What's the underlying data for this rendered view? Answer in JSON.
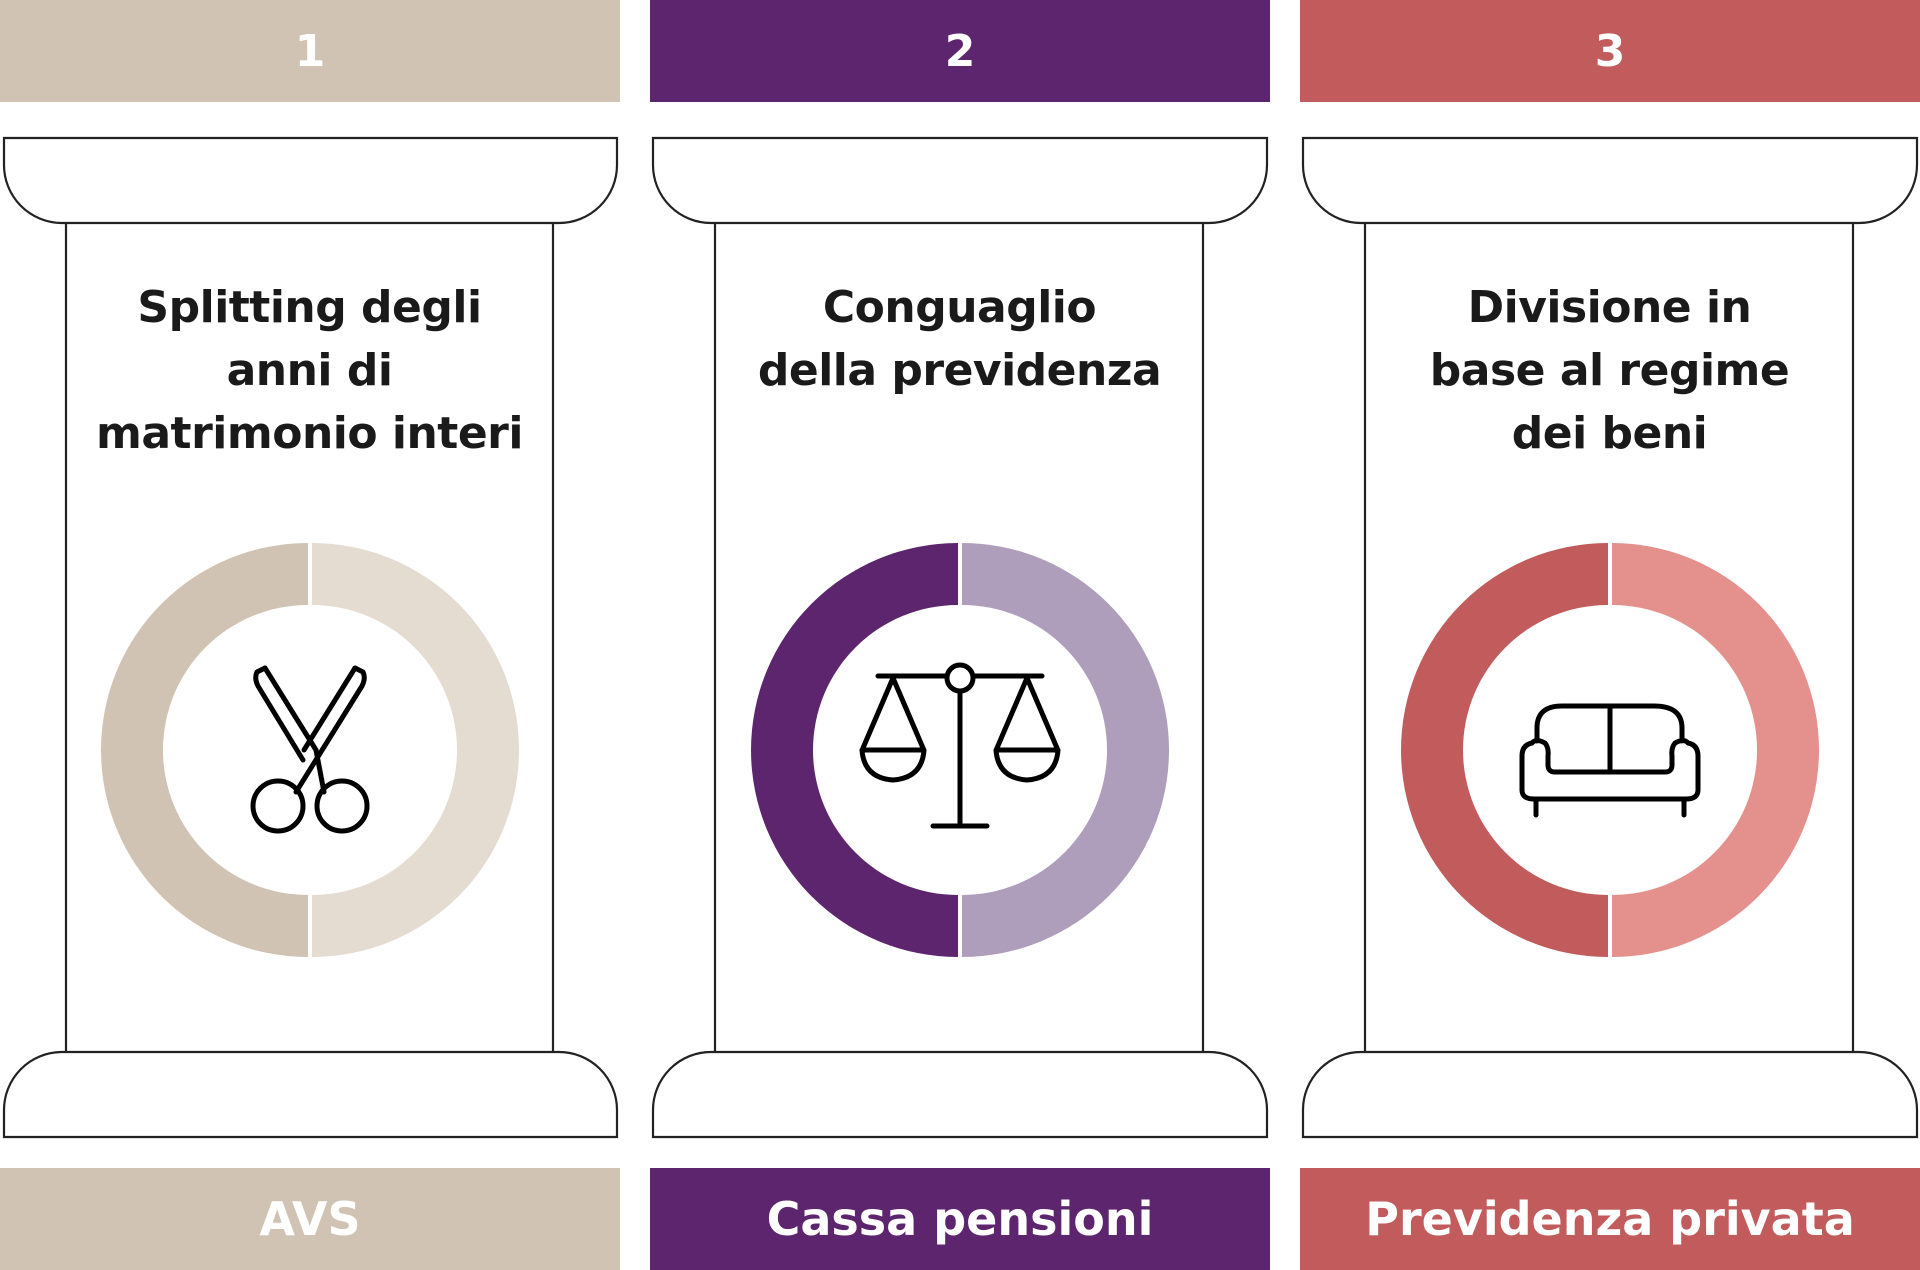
{
  "pillars": [
    {
      "number": "1",
      "title": "Splitting degli\nanni di\nmatrimonio interi",
      "label": "AVS",
      "icon": "scissors-icon",
      "colors": {
        "primary": "#D1C3B4",
        "secondary": "#E4DBD1"
      }
    },
    {
      "number": "2",
      "title": "Conguaglio\ndella previdenza",
      "label": "Cassa pensioni",
      "icon": "scales-icon",
      "colors": {
        "primary": "#5E256F",
        "secondary": "#AE9DBB"
      }
    },
    {
      "number": "3",
      "title": "Divisione in\nbase al regime\ndei beni",
      "label": "Previdenza privata",
      "icon": "sofa-icon",
      "colors": {
        "primary": "#C25B5C",
        "secondary": "#E4918D"
      }
    }
  ]
}
